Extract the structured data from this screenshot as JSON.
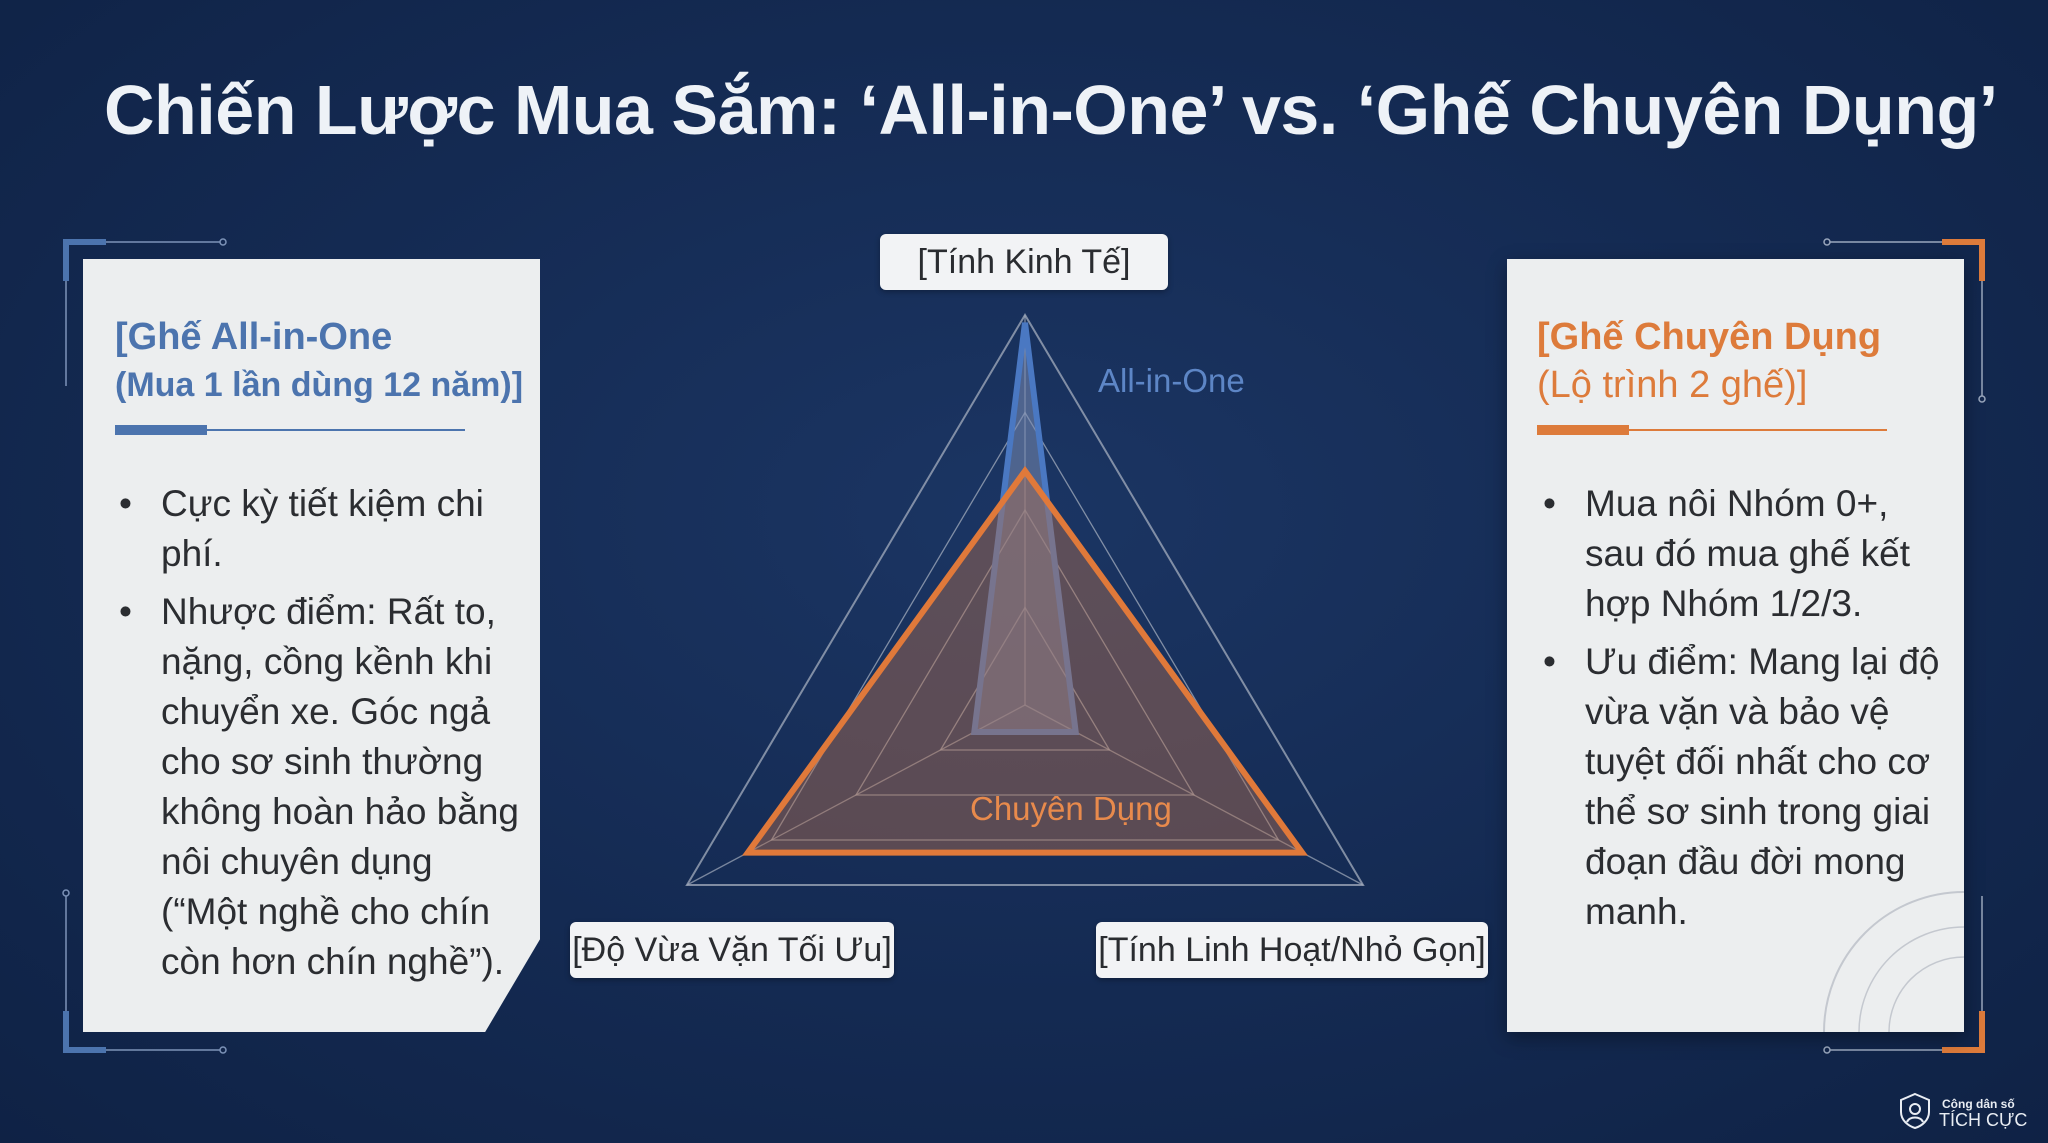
{
  "title": "Chiến Lược Mua Sắm: ‘All-in-One’ vs. ‘Ghế Chuyên Dụng’",
  "left_card": {
    "heading_line1": "[Ghế All-in-One",
    "heading_line2": "(Mua 1 lần dùng 12 năm)]",
    "bullets": [
      "Cực kỳ tiết kiệm chi phí.",
      "Nhược điểm: Rất to, nặng, cồng kềnh khi chuyển xe. Góc ngả cho sơ sinh thường không hoàn hảo bằng nôi chuyên dụng (“Một nghề cho chín còn hơn chín nghề”)."
    ],
    "accent": "#4c74ae"
  },
  "right_card": {
    "heading_line1": "[Ghế Chuyên Dụng",
    "heading_line2": "(Lộ trình 2 ghế)]",
    "bullets": [
      "Mua nôi Nhóm 0+, sau đó mua ghế kết hợp Nhóm 1/2/3.",
      "Ưu điểm: Mang lại độ vừa vặn và bảo vệ tuyệt đối nhất cho cơ thể sơ sinh trong giai đoạn đầu đời mong manh."
    ],
    "accent": "#dd7b3b"
  },
  "radar": {
    "axes": [
      "[Tính Kinh Tế]",
      "[Độ Vừa Vặn Tối Ưu]",
      "[Tính Linh Hoạt/Nhỏ Gọn]"
    ],
    "series": [
      {
        "name": "All-in-One",
        "values": [
          0.98,
          0.15,
          0.15
        ],
        "color": "#4a78c2"
      },
      {
        "name": "Chuyên Dụng",
        "values": [
          0.6,
          0.82,
          0.82
        ],
        "color": "#e0793a"
      }
    ],
    "levels": 4
  },
  "logo": {
    "line1": "Công dân số",
    "line2": "TÍCH CỰC"
  }
}
